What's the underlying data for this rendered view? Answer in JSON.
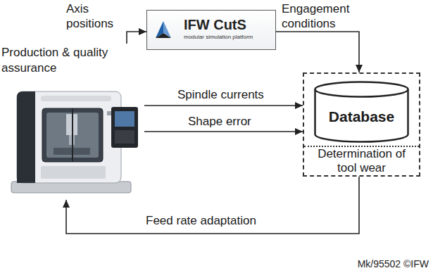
{
  "diagram": {
    "nodes": [
      {
        "text": [
          "Production & quality assurance"
        ]
      },
      {
        "text": [
          "IFW CutS",
          "modular simulation platform"
        ]
      },
      {
        "text": [
          "Determination of tool wear"
        ]
      },
      {
        "text": [
          "Database"
        ],
        "in": 2
      }
    ],
    "edges": [
      {
        "from": 0,
        "to": 1,
        "arrow": "to",
        "label": "Axis positions"
      },
      {
        "from": 1,
        "to": 2,
        "arrow": "to",
        "label": "Engagement conditions"
      },
      {
        "from": 0,
        "to": 2,
        "arrow": "to",
        "label": "Spindle currents"
      },
      {
        "from": 0,
        "to": 2,
        "arrow": "to",
        "label": "Shape error"
      },
      {
        "from": 2,
        "to": 0,
        "arrow": "to",
        "label": "Feed rate adaptation"
      }
    ],
    "labels": [
      "Mk/95502 ©IFW"
    ]
  }
}
